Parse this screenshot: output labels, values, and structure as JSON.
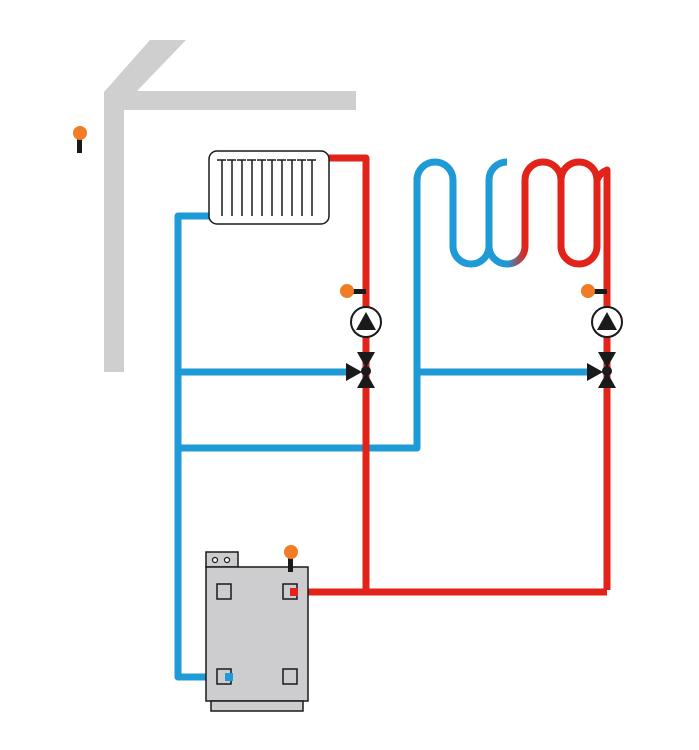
{
  "diagram": {
    "type": "heating-system-schematic",
    "text_labels": [],
    "colors": {
      "background": "#ffffff",
      "supply_pipe": "#e2231a",
      "return_pipe": "#1e9ad6",
      "building_outline": "#cfcfd0",
      "boiler_body": "#cdcdcf",
      "sensor": "#f07d26",
      "sensor_stem": "#1a1a1a",
      "pump_fill": "#ffffff",
      "valve": "#1a1a1a",
      "outline": "#1a1a1a"
    },
    "components": [
      {
        "id": "outdoor-sensor",
        "icon": "temperature-sensor-icon"
      },
      {
        "id": "radiator",
        "icon": "radiator-icon"
      },
      {
        "id": "underfloor-loop",
        "icon": "underfloor-heating-coil"
      },
      {
        "id": "heating-circuit-1-sensor",
        "icon": "temperature-sensor-icon"
      },
      {
        "id": "heating-circuit-1-pump",
        "icon": "circulation-pump-icon"
      },
      {
        "id": "heating-circuit-1-mixing-valve",
        "icon": "three-way-valve-icon"
      },
      {
        "id": "heating-circuit-2-sensor",
        "icon": "temperature-sensor-icon"
      },
      {
        "id": "heating-circuit-2-pump",
        "icon": "circulation-pump-icon"
      },
      {
        "id": "heating-circuit-2-mixing-valve",
        "icon": "three-way-valve-icon"
      },
      {
        "id": "boiler",
        "icon": "boiler-icon"
      },
      {
        "id": "boiler-sensor",
        "icon": "temperature-sensor-icon"
      }
    ]
  }
}
